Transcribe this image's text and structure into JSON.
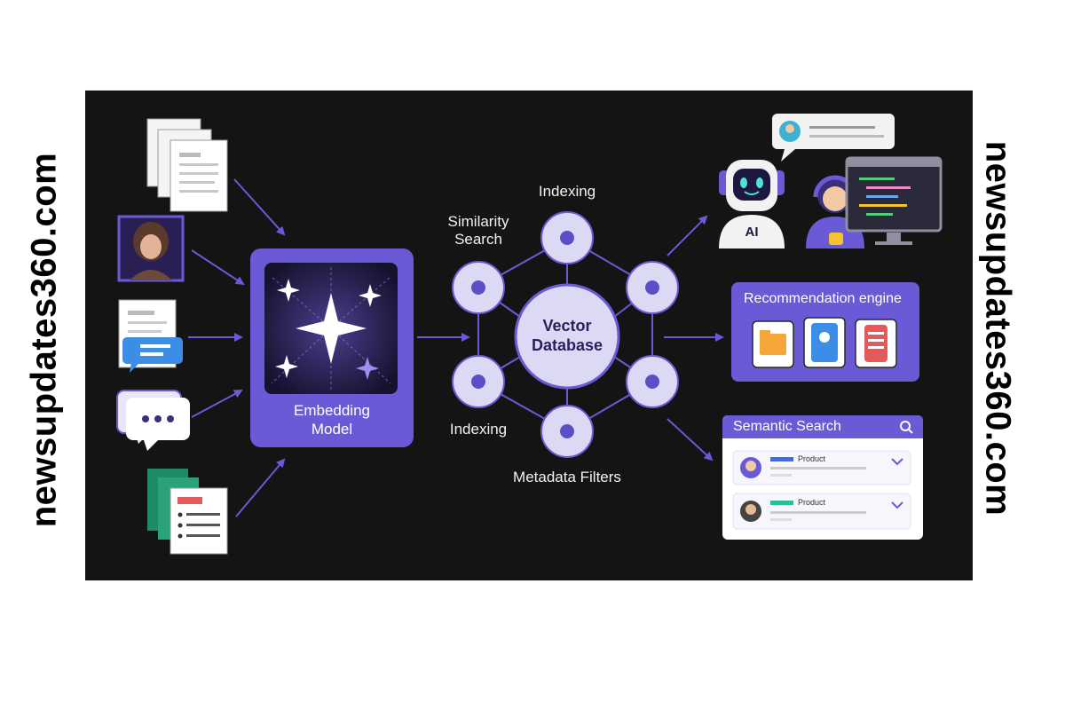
{
  "watermark": "newsupdates360.com",
  "labels": {
    "indexing_top": "Indexing",
    "similarity_search": "Similarity\nSearch",
    "indexing_bottom": "Indexing",
    "metadata_filters": "Metadata Filters"
  },
  "embedding_model": {
    "label": "Embedding\nModel"
  },
  "vector_database": {
    "label": "Vector\nDatabase"
  },
  "outputs": {
    "ai_badge": "AI",
    "recommendation_title": "Recommendation engine",
    "semantic_search": {
      "title": "Semantic Search",
      "results": [
        "Product",
        "Product"
      ]
    }
  },
  "colors": {
    "accent": "#6a5ad6",
    "panel": "#141414",
    "node": "#dcd9f5",
    "node_dot": "#5b4fc7"
  }
}
